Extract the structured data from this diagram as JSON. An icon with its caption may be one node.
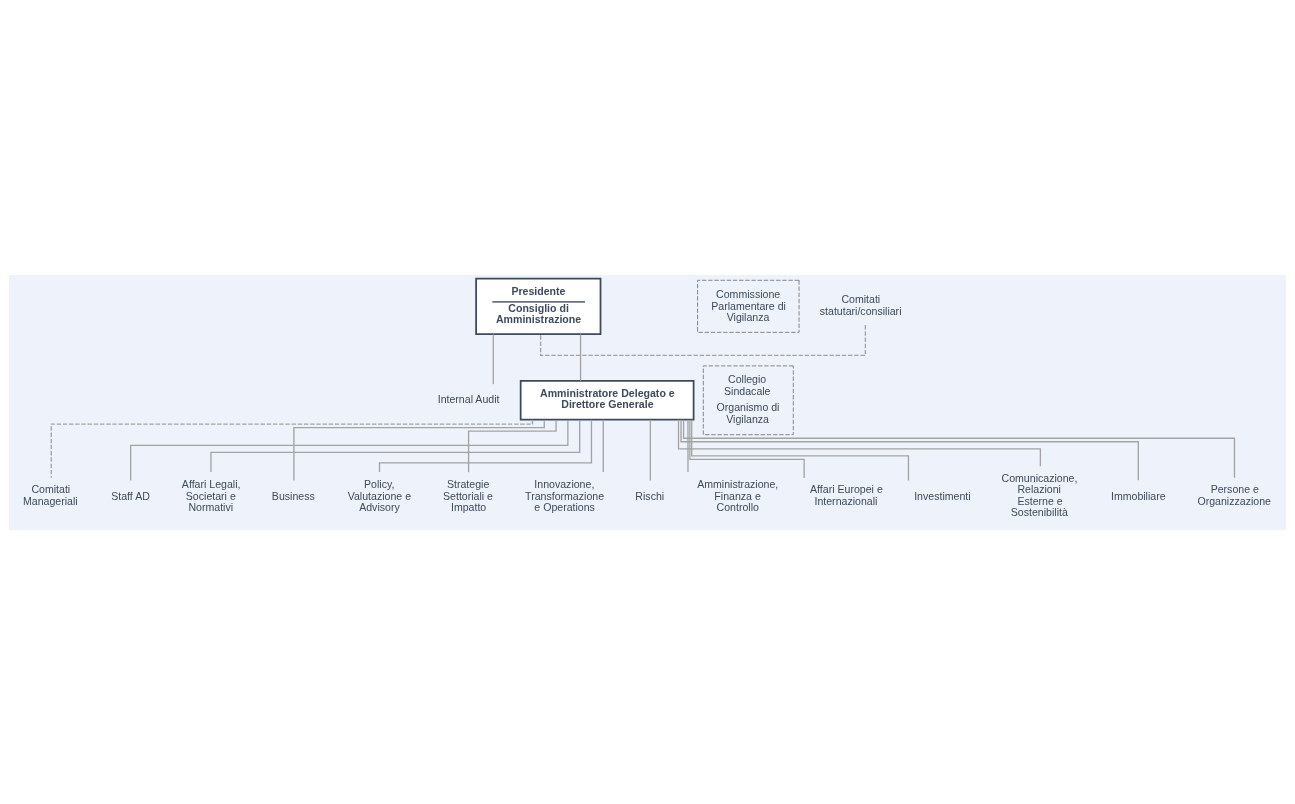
{
  "diagram": {
    "nodes": [
      {
        "text": [
          "Presidente",
          "Consiglio di Amministrazione"
        ]
      },
      {
        "text": [
          "Comitati statutari/consiliari"
        ]
      },
      {
        "text": [
          "Commissione Parlamentare di Vigilanza"
        ]
      },
      {
        "text": [
          "Collegio Sindacale",
          "Organismo di Vigilanza"
        ]
      },
      {
        "text": [
          "Internal Audit"
        ]
      },
      {
        "text": [
          "Amministratore Delegato e Direttore Generale"
        ]
      },
      {
        "text": [
          "Comitati Manageriali"
        ]
      },
      {
        "text": [
          "Staff AD"
        ]
      },
      {
        "text": [
          "Affari Legali, Societari e Normativi"
        ]
      },
      {
        "text": [
          "Business"
        ]
      },
      {
        "text": [
          "Policy, Valutazione e Advisory"
        ]
      },
      {
        "text": [
          "Strategie Settoriali e Impatto"
        ]
      },
      {
        "text": [
          "Innovazione, Transformazione e Operations"
        ]
      },
      {
        "text": [
          "Rischi"
        ]
      },
      {
        "text": [
          "Amministrazione, Finanza e Controllo"
        ]
      },
      {
        "text": [
          "Affari Europei e Internazionali"
        ]
      },
      {
        "text": [
          "Investimenti"
        ]
      },
      {
        "text": [
          "Comunicazione, Relazioni Esterne e Sostenibilità"
        ]
      },
      {
        "text": [
          "Immobiliare"
        ]
      },
      {
        "text": [
          "Persone e Organizzazione"
        ]
      }
    ],
    "edges": [
      {
        "from": 1,
        "to": 0,
        "arrow": "none",
        "style": "dashed"
      },
      {
        "from": 0,
        "to": 4,
        "arrow": "none"
      },
      {
        "from": 0,
        "to": 5,
        "arrow": "none"
      },
      {
        "from": 5,
        "to": 6,
        "arrow": "none",
        "style": "dashed"
      },
      {
        "from": 5,
        "to": 7,
        "arrow": "none"
      },
      {
        "from": 5,
        "to": 8,
        "arrow": "none"
      },
      {
        "from": 5,
        "to": 9,
        "arrow": "none"
      },
      {
        "from": 5,
        "to": 10,
        "arrow": "none"
      },
      {
        "from": 5,
        "to": 11,
        "arrow": "none"
      },
      {
        "from": 5,
        "to": 12,
        "arrow": "none"
      },
      {
        "from": 5,
        "to": 13,
        "arrow": "none"
      },
      {
        "from": 5,
        "to": 14,
        "arrow": "none"
      },
      {
        "from": 5,
        "to": 15,
        "arrow": "none"
      },
      {
        "from": 5,
        "to": 16,
        "arrow": "none"
      },
      {
        "from": 5,
        "to": 17,
        "arrow": "none"
      },
      {
        "from": 5,
        "to": 18,
        "arrow": "none"
      },
      {
        "from": 5,
        "to": 19,
        "arrow": "none"
      }
    ]
  }
}
